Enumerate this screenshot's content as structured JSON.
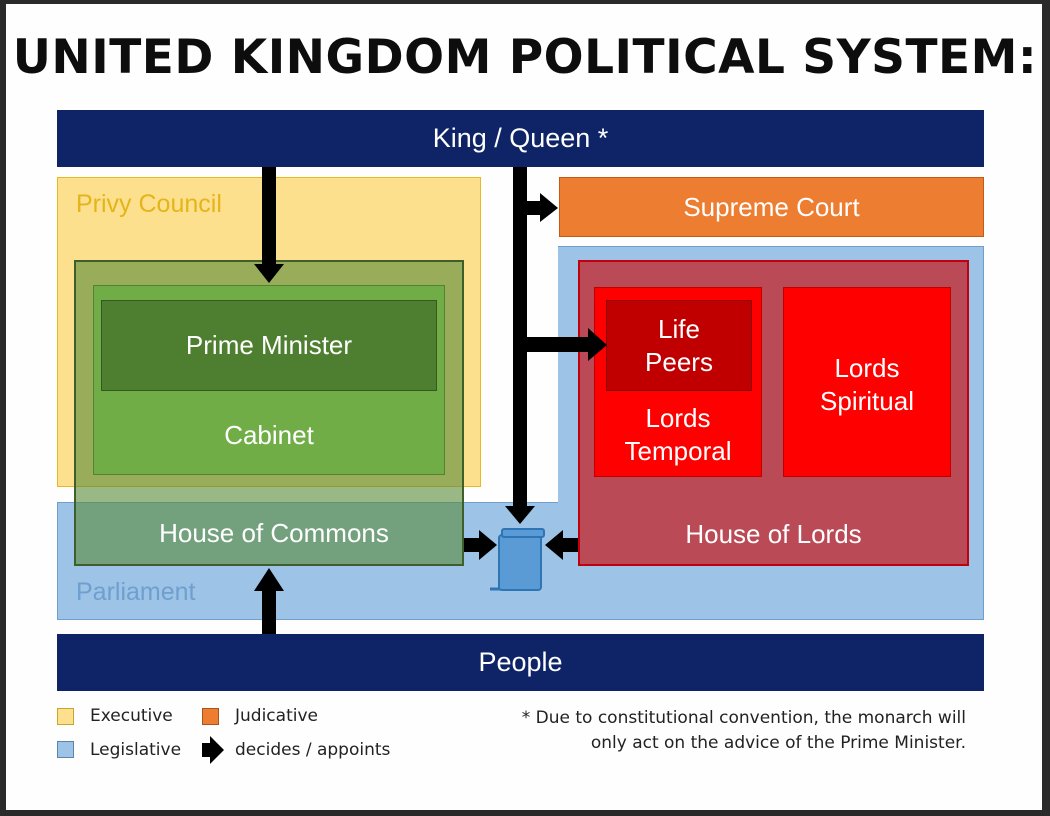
{
  "title": "UNITED KINGDOM POLITICAL SYSTEM:",
  "monarch": "King / Queen *",
  "privy_council": "Privy Council",
  "supreme_court": "Supreme Court",
  "prime_minister": "Prime Minister",
  "cabinet": "Cabinet",
  "house_of_commons": "House of Commons",
  "parliament": "Parliament",
  "house_of_lords": {
    "name": "House of Lords",
    "life_peers": [
      "Life",
      "Peers"
    ],
    "lords_temporal": [
      "Lords",
      "Temporal"
    ],
    "lords_spiritual": [
      "Lords",
      "Spiritual"
    ]
  },
  "people": "People",
  "legend": {
    "executive": "Executive",
    "judicative": "Judicative",
    "legislative": "Legislative",
    "decides": "decides / appoints"
  },
  "footnote": [
    "* Due to constitutional convention, the monarch will",
    "only act on the advice of the Prime Minister."
  ],
  "colors": {
    "navy": "#0f2466",
    "executive": "#fde08d",
    "judicative": "#ed7d31",
    "legislative": "#9dc3e6",
    "lords": "#b94a56",
    "lords_inner": "#ff0000",
    "life_peers": "#c00000",
    "cabinet": "#70ad47",
    "prime_minister": "#4e7f30"
  }
}
